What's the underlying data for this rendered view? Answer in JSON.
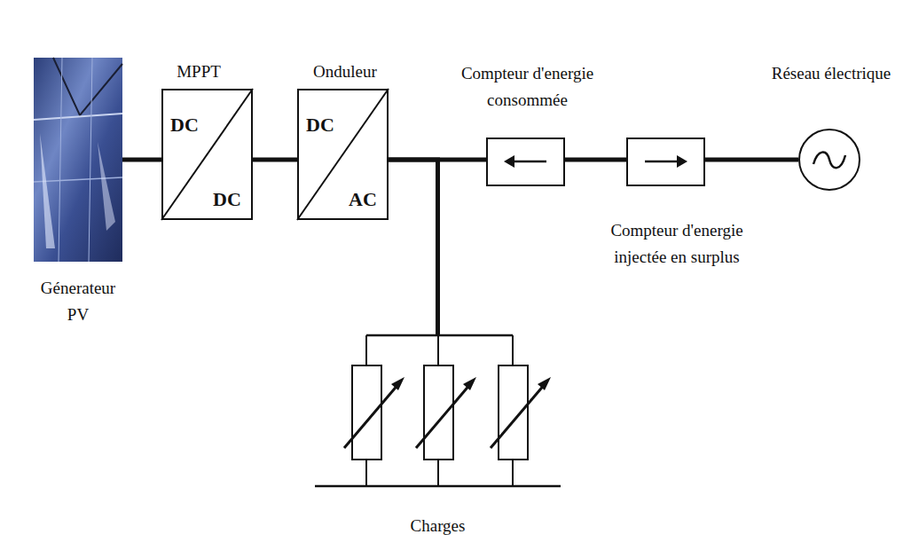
{
  "diagram": {
    "nodes": [
      {
        "text": [
          "Génerateur PV"
        ]
      },
      {
        "text": [
          "MPPT",
          "DC",
          "DC"
        ]
      },
      {
        "text": [
          "Onduleur",
          "DC",
          "AC"
        ]
      },
      {
        "text": [
          "Compteur d'energie consommée"
        ]
      },
      {
        "text": [
          "Compteur d'energie injectée en surplus"
        ]
      },
      {
        "text": [
          "Réseau électrique"
        ]
      },
      {
        "text": [
          "Charges"
        ]
      }
    ],
    "edges": [
      {
        "from": 0,
        "to": 1,
        "arrow": "none"
      },
      {
        "from": 1,
        "to": 2,
        "arrow": "none"
      },
      {
        "from": 2,
        "to": 3,
        "arrow": "none"
      },
      {
        "from": 2,
        "to": 6,
        "arrow": "none"
      },
      {
        "from": 3,
        "to": 4,
        "arrow": "none"
      },
      {
        "from": 4,
        "to": 5,
        "arrow": "none"
      }
    ]
  }
}
